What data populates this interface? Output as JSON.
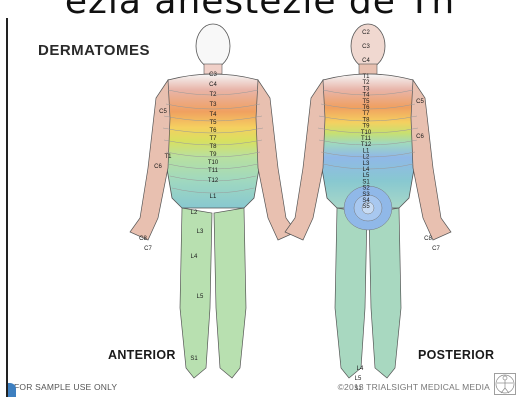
{
  "top_caption": "ezia anestezie de Th",
  "title": "DERMATOMES",
  "anterior_label": "ANTERIOR",
  "posterior_label": "POSTERIOR",
  "footer_left": "FOR SAMPLE USE ONLY",
  "footer_right": "©2013 TRIALSIGHT MEDICAL MEDIA",
  "anterior_segments": [
    "C3",
    "C4",
    "T2",
    "T3",
    "T4",
    "T5",
    "T6",
    "T7",
    "T8",
    "T9",
    "T10",
    "T11",
    "T12",
    "L1",
    "L2",
    "L3",
    "L4",
    "L5",
    "S1"
  ],
  "anterior_side_labels": [
    "C5",
    "T1",
    "C6",
    "C8",
    "C7"
  ],
  "posterior_segments": [
    "C2",
    "C3",
    "C4",
    "T1",
    "T2",
    "T3",
    "T4",
    "T5",
    "T6",
    "T7",
    "T8",
    "T9",
    "T10",
    "T11",
    "T12",
    "L1",
    "L2",
    "L3",
    "L4",
    "L5",
    "S1",
    "S2",
    "S3",
    "S4",
    "S5"
  ],
  "posterior_side_labels": [
    "C5",
    "C6",
    "C8",
    "C7",
    "L4",
    "L5",
    "S1"
  ],
  "colors": {
    "cervical": "#e8b4a8",
    "thoracic_upper": "#f0b070",
    "thoracic_mid": "#f5d060",
    "thoracic_low": "#d8e060",
    "lumbar": "#b8e0a0",
    "sacral": "#a0c8e8",
    "accent": "#3d7fc0"
  }
}
